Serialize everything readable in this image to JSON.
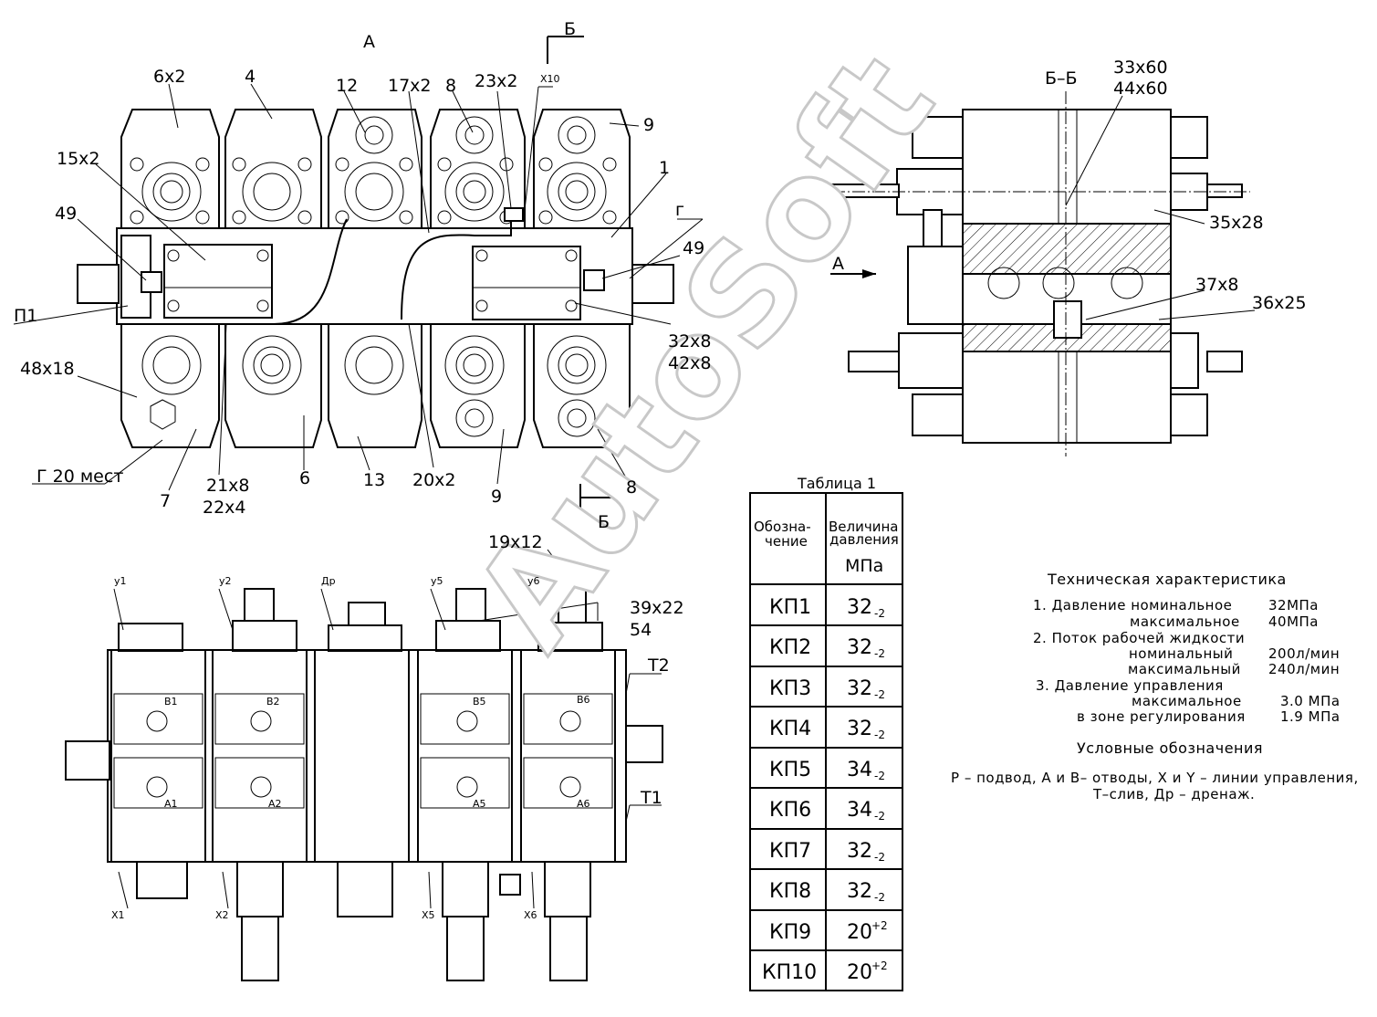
{
  "view_labels": {
    "view_a": "А",
    "section_mark": "Б",
    "section_title": "Б–Б",
    "arrow_a": "А"
  },
  "callouts_top": {
    "c_6x2": "6х2",
    "c_4": "4",
    "c_12": "12",
    "c_17x2": "17х2",
    "c_8": "8",
    "c_23x2": "23х2",
    "c_x10": "X10",
    "c_9": "9",
    "c_1": "1",
    "c_g": "г",
    "c_49_left": "49",
    "c_49_right": "49",
    "c_15x2": "15х2",
    "c_p1": "П1",
    "c_48x18": "48х18",
    "c_g20": "Г 20 мест",
    "c_7": "7",
    "c_21x8": "21х8",
    "c_22x4": "22х4",
    "c_6b": "6",
    "c_13": "13",
    "c_20x2": "20х2",
    "c_9b": "9",
    "c_8b": "8",
    "c_32x8": "32х8",
    "c_42x8": "42х8"
  },
  "callouts_section": {
    "c_33x60": "33х60",
    "c_44x60": "44х60",
    "c_35x28": "35х28",
    "c_37x8": "37х8",
    "c_36x25": "36х25"
  },
  "callouts_bottom": {
    "c_19x12": "19х12",
    "c_39x22": "39х22",
    "c_54": "54",
    "y1": "у1",
    "y2": "у2",
    "dr": "Др",
    "y5": "у5",
    "y6": "у6",
    "t2": "Т2",
    "t1": "Т1",
    "b1": "В1",
    "b2": "В2",
    "b5": "В5",
    "b6": "В6",
    "a1": "А1",
    "a2": "А2",
    "a5": "А5",
    "a6": "А6",
    "x1": "Х1",
    "x2": "Х2",
    "x5": "Х5",
    "x6": "Х6"
  },
  "watermark": "AutoSoft",
  "table": {
    "caption": "Таблица 1",
    "header_col1_line1": "Обозна-",
    "header_col1_line2": "чение",
    "header_col2_line1": "Величина",
    "header_col2_line2": "давления",
    "header_col2_line3": "МПа",
    "rows": [
      {
        "name": "КП1",
        "value": "32",
        "tol": "-2"
      },
      {
        "name": "КП2",
        "value": "32",
        "tol": "-2"
      },
      {
        "name": "КП3",
        "value": "32",
        "tol": "-2"
      },
      {
        "name": "КП4",
        "value": "32",
        "tol": "-2"
      },
      {
        "name": "КП5",
        "value": "34",
        "tol": "-2"
      },
      {
        "name": "КП6",
        "value": "34",
        "tol": "-2"
      },
      {
        "name": "КП7",
        "value": "32",
        "tol": "-2"
      },
      {
        "name": "КП8",
        "value": "32",
        "tol": "-2"
      },
      {
        "name": "КП9",
        "value": "20",
        "tol": "+2"
      },
      {
        "name": "КП10",
        "value": "20",
        "tol": "+2"
      }
    ]
  },
  "tech": {
    "title": "Техническая характеристика",
    "line1": "1. Давление номинальное",
    "line1_val": "32МПа",
    "line2": "максимальное",
    "line2_val": "40МПа",
    "line3": "2. Поток рабочей жидкости",
    "line4": "номинальный",
    "line4_val": "200л/мин",
    "line5": "максимальный",
    "line5_val": "240л/мин",
    "line6": "3. Давление управления",
    "line7": "максимальное",
    "line7_val": "3.0 МПа",
    "line8": "в зоне регулирования",
    "line8_val": "1.9 МПа",
    "legend_title": "Условные обозначения",
    "legend_line1": "Р – подвод, А и В– отводы, Х и Y – линии управления,",
    "legend_line2": "Т–слив, Др – дренаж."
  }
}
